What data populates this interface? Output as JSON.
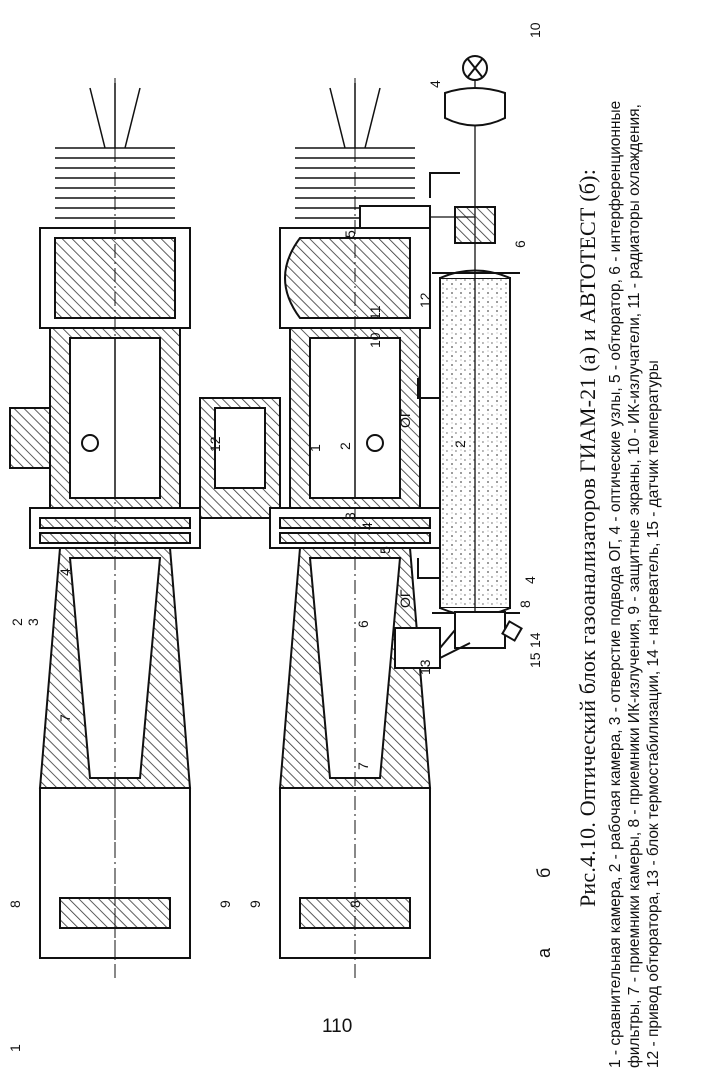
{
  "figure": {
    "label_a": "а",
    "label_b": "б",
    "caption_title": "Рис.4.10. Оптический блок газоанализаторов ГИАМ-21 (а) и АВТОТЕСТ (б):",
    "legend_lines": [
      "1 - сравнительная камера, 2 - рабочая камера, 3 - отверстие подвода ОГ, 4 - оптические узлы, 5 - обтюратор, 6 - интерференционные",
      "фильтры, 7 - приемники камеры, 8 - приемники ИК-излучения, 9 - защитные экраны, 10 - ИК-излучатели, 11 - радиаторы охлаждения,",
      "12 - привод обтюратора, 13 - блок термостабилизации, 14 - нагреватель, 15 - датчик температуры"
    ],
    "part_numbers_a": [
      "1",
      "2",
      "3",
      "4",
      "7",
      "8",
      "9",
      "12",
      "1",
      "2",
      "3",
      "4",
      "5",
      "6",
      "7",
      "8",
      "9",
      "10",
      "11"
    ],
    "part_numbers_b": [
      "2",
      "4",
      "5",
      "6",
      "8",
      "10",
      "12",
      "13",
      "14",
      "15",
      "4"
    ],
    "og_label_1": "ОГ",
    "og_label_2": "ОГ"
  },
  "page_number": "110",
  "colors": {
    "ink": "#111111",
    "paper": "#ffffff",
    "hatch": "#333333"
  }
}
